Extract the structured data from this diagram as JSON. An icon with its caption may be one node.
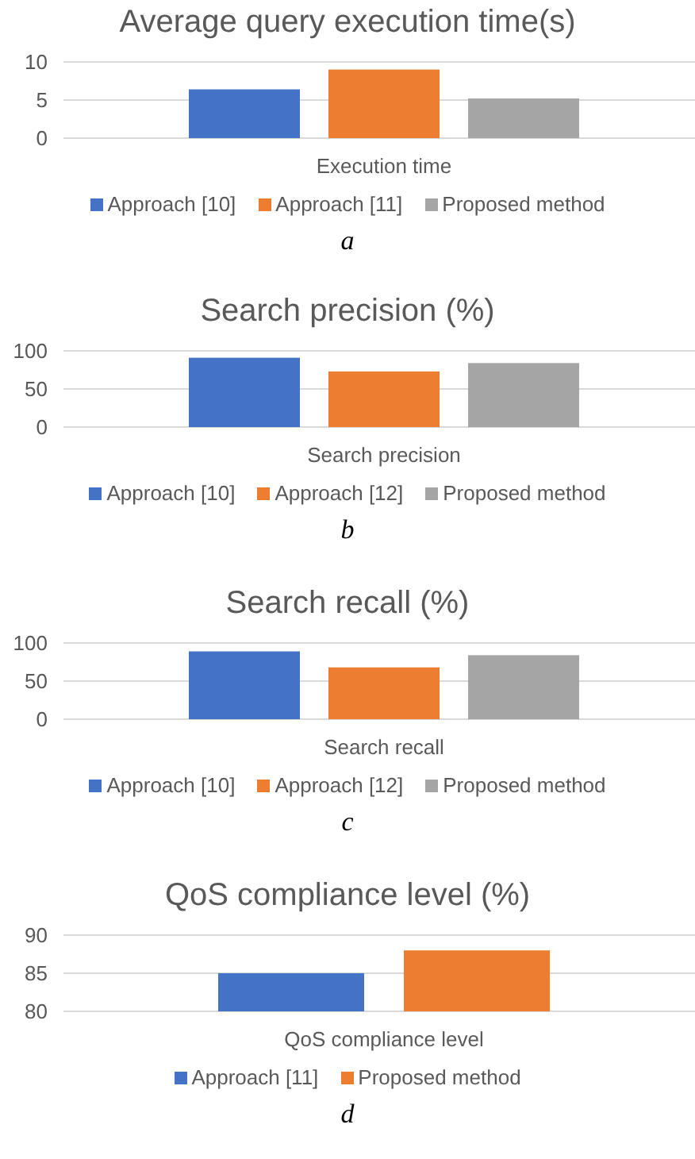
{
  "diagram": {
    "labels": [
      "a",
      "b",
      "c",
      "d"
    ],
    "chart_data": [
      {
        "type": "bar",
        "title": "Average query execution time(s)",
        "categories": [
          "Execution time"
        ],
        "ylim": [
          0,
          10
        ],
        "yticks": [
          0,
          5,
          10
        ],
        "series": [
          {
            "name": "Approach [10]",
            "color": "#4472c4",
            "values": [
              6.4
            ]
          },
          {
            "name": "Approach [11]",
            "color": "#ed7d31",
            "values": [
              9.0
            ]
          },
          {
            "name": "Proposed method",
            "color": "#a5a5a5",
            "values": [
              5.2
            ]
          }
        ]
      },
      {
        "type": "bar",
        "title": "Search precision (%)",
        "categories": [
          "Search precision"
        ],
        "ylim": [
          0,
          100
        ],
        "yticks": [
          0,
          50,
          100
        ],
        "series": [
          {
            "name": "Approach [10]",
            "color": "#4472c4",
            "values": [
              91
            ]
          },
          {
            "name": "Approach [12]",
            "color": "#ed7d31",
            "values": [
              73
            ]
          },
          {
            "name": "Proposed method",
            "color": "#a5a5a5",
            "values": [
              84
            ]
          }
        ]
      },
      {
        "type": "bar",
        "title": "Search recall (%)",
        "categories": [
          "Search recall"
        ],
        "ylim": [
          0,
          100
        ],
        "yticks": [
          0,
          50,
          100
        ],
        "series": [
          {
            "name": "Approach [10]",
            "color": "#4472c4",
            "values": [
              89
            ]
          },
          {
            "name": "Approach [12]",
            "color": "#ed7d31",
            "values": [
              68
            ]
          },
          {
            "name": "Proposed method",
            "color": "#a5a5a5",
            "values": [
              84
            ]
          }
        ]
      },
      {
        "type": "bar",
        "title": "QoS compliance level (%)",
        "categories": [
          "QoS compliance level"
        ],
        "ylim": [
          80,
          90
        ],
        "yticks": [
          80,
          85,
          90
        ],
        "series": [
          {
            "name": "Approach [11]",
            "color": "#4472c4",
            "values": [
              85
            ]
          },
          {
            "name": "Proposed method",
            "color": "#ed7d31",
            "values": [
              88
            ]
          }
        ]
      }
    ]
  }
}
